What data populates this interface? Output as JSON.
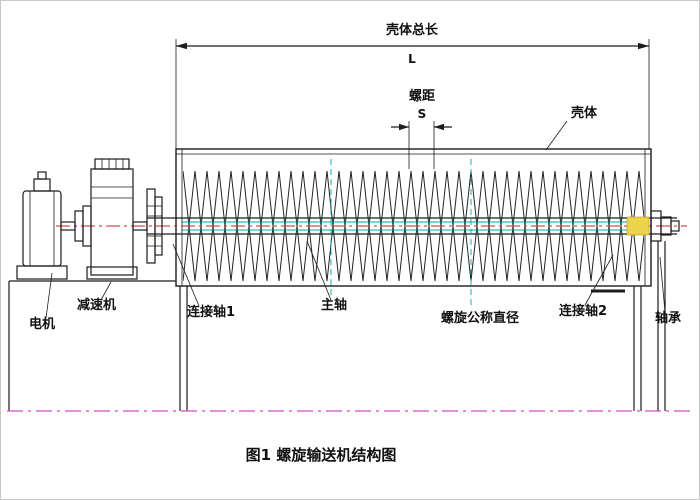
{
  "figure": {
    "caption": "图1 螺旋输送机结构图",
    "dimensions": {
      "total_length_label": "壳体总长",
      "total_length_symbol": "L",
      "pitch_label": "螺距",
      "pitch_symbol": "S"
    },
    "parts": {
      "shell": "壳体",
      "motor": "电机",
      "reducer": "减速机",
      "coupling1": "连接轴1",
      "main_shaft": "主轴",
      "nominal_diameter": "螺旋公称直径",
      "coupling2": "连接轴2",
      "bearing": "轴承"
    },
    "colors": {
      "line": "#1c1c1c",
      "centerline_red": "#c42020",
      "centerline_cyan": "#00a8a8",
      "ground_magenta": "#cf4ccf",
      "highlight_yellow": "#e9d44a"
    }
  }
}
